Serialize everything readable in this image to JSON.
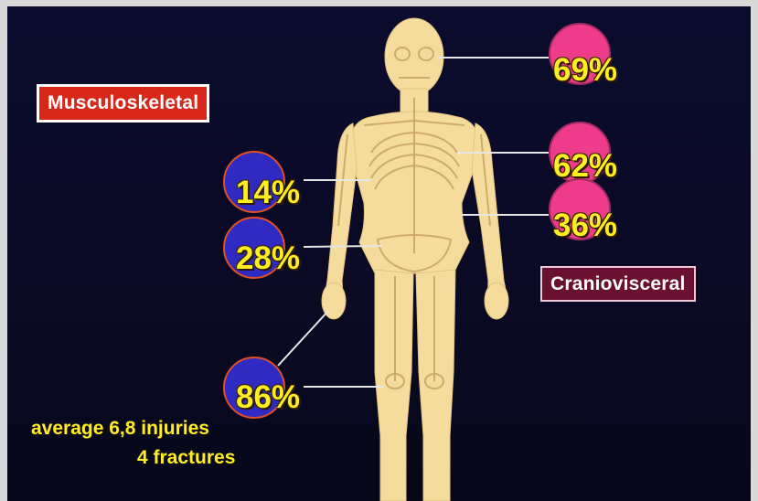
{
  "labels": {
    "musculoskeletal": "Musculoskeletal",
    "craniovisceral": "Craniovisceral"
  },
  "percentages": {
    "skull": "69%",
    "thorax": "62%",
    "abdomen": "36%",
    "upper_limb": "14%",
    "pelvis": "28%",
    "lower_limb": "86%"
  },
  "notes": {
    "average_injuries": "average 6,8 injuries",
    "fractures": "4 fractures"
  },
  "colors": {
    "background": "#0b0b2e",
    "musculoskeletal_box": "#d8281c",
    "craniovisceral_box": "#6a1030",
    "musculoskeletal_bubble": "#2f2ac2",
    "craniovisceral_bubble": "#ee3c8a",
    "percent_text": "#ffee22",
    "body": "#f6dc9c"
  }
}
